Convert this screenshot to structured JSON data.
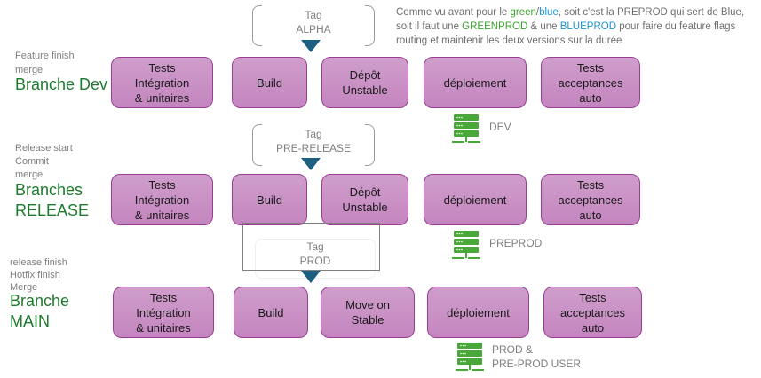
{
  "note": {
    "p1": "Comme vu avant pour le ",
    "green": "green",
    "slash": "/",
    "blue": "blue",
    "p2": ", soit c'est la PREPROD qui sert de Blue, soit il faut une ",
    "greenprod": "GREENPROD",
    "p3": " & une ",
    "blueprod": "BLUEPROD",
    "p4": " pour faire du feature flags routing et maintenir les deux versions sur la durée"
  },
  "rows": [
    {
      "triggers": [
        "Feature finish",
        "merge"
      ],
      "branch": "Branche Dev",
      "tag": "Tag\nALPHA",
      "steps": [
        "Tests\nIntégration\n& unitaires",
        "Build",
        "Dépôt\nUnstable",
        "déploiement",
        "Tests\nacceptances\nauto"
      ],
      "env": "DEV"
    },
    {
      "triggers": [
        "Release start",
        "Commit",
        "merge"
      ],
      "branch": "Branches\nRELEASE",
      "tag": "Tag\nPRE-RELEASE",
      "steps": [
        "Tests\nIntégration\n& unitaires",
        "Build",
        "Dépôt\nUnstable",
        "déploiement",
        "Tests\nacceptances\nauto"
      ],
      "env": "PREPROD"
    },
    {
      "triggers": [
        "release finish",
        "Hotfix finish",
        "Merge"
      ],
      "branch": "Branche\nMAIN",
      "tag": "Tag\nPROD",
      "steps": [
        "Tests\nIntégration\n& unitaires",
        "Build",
        "Move on\nStable",
        "déploiement",
        "Tests\nacceptances\nauto"
      ],
      "env": "PROD &\nPRE-PROD USER"
    }
  ],
  "icons": {
    "server": "server-icon",
    "tag_arrow": "arrow-down-icon"
  },
  "colors": {
    "step_fill": "#cf9ecb",
    "step_border": "#9b3d96",
    "branch_text": "#1e7b2e",
    "arrow": "#1c5f80",
    "server": "#4aa83a"
  }
}
